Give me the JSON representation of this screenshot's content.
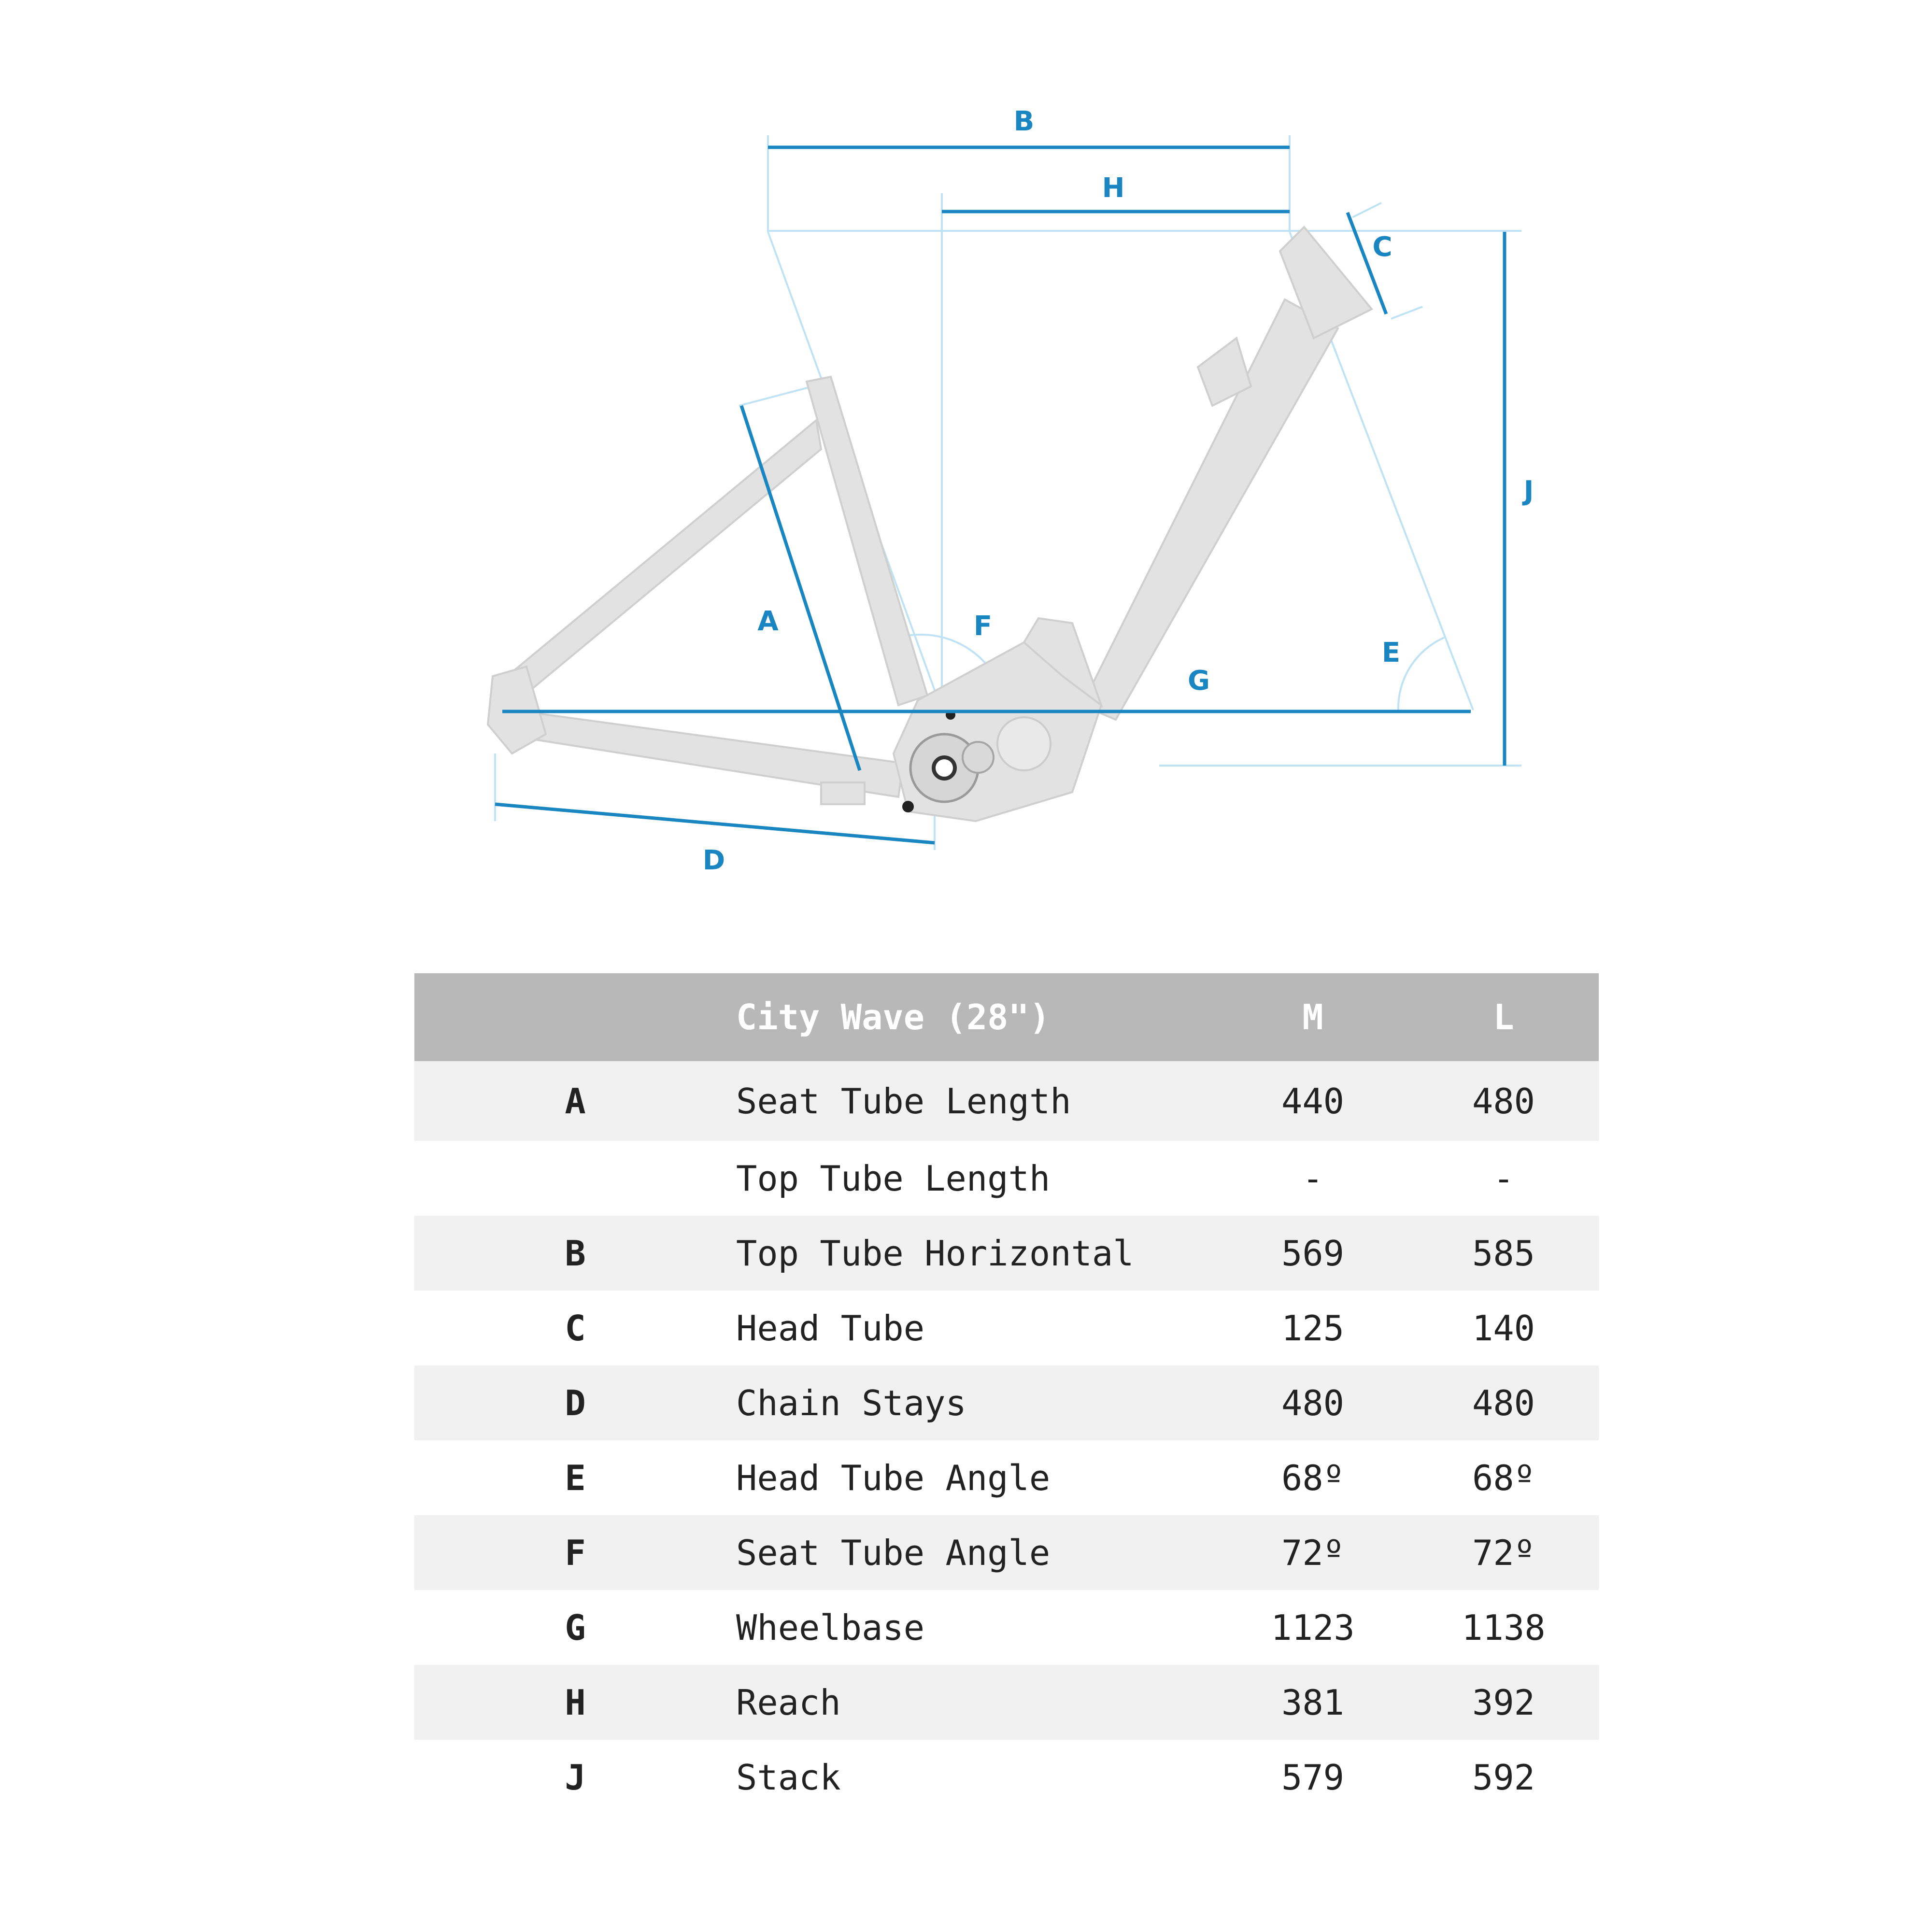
{
  "diagram": {
    "labels": {
      "A": "A",
      "B": "B",
      "C": "C",
      "D": "D",
      "E": "E",
      "F": "F",
      "G": "G",
      "H": "H",
      "J": "J"
    },
    "colors": {
      "dimension": "#1a86c1",
      "guide": "#bfe3f5",
      "frame": "#e2e2e2",
      "frame_edge": "#cfcfcf"
    }
  },
  "table": {
    "header": {
      "key": "",
      "name": "City Wave (28\")",
      "m": "M",
      "l": "L"
    },
    "rows": [
      {
        "key": "A",
        "name": "Seat Tube Length",
        "m": "440",
        "l": "480"
      },
      {
        "key": "",
        "name": "Top Tube Length",
        "m": "-",
        "l": "-"
      },
      {
        "key": "B",
        "name": "Top Tube Horizontal",
        "m": "569",
        "l": "585"
      },
      {
        "key": "C",
        "name": "Head Tube",
        "m": "125",
        "l": "140"
      },
      {
        "key": "D",
        "name": "Chain Stays",
        "m": "480",
        "l": "480"
      },
      {
        "key": "E",
        "name": "Head Tube Angle",
        "m": "68º",
        "l": "68º"
      },
      {
        "key": "F",
        "name": "Seat Tube Angle",
        "m": "72º",
        "l": "72º"
      },
      {
        "key": "G",
        "name": "Wheelbase",
        "m": "1123",
        "l": "1138"
      },
      {
        "key": "H",
        "name": "Reach",
        "m": "381",
        "l": "392"
      },
      {
        "key": "J",
        "name": "Stack",
        "m": "579",
        "l": "592"
      }
    ],
    "colors": {
      "header_bg": "#b8b8b8",
      "header_text": "#ffffff",
      "stripe": "#f1f1f1"
    }
  }
}
